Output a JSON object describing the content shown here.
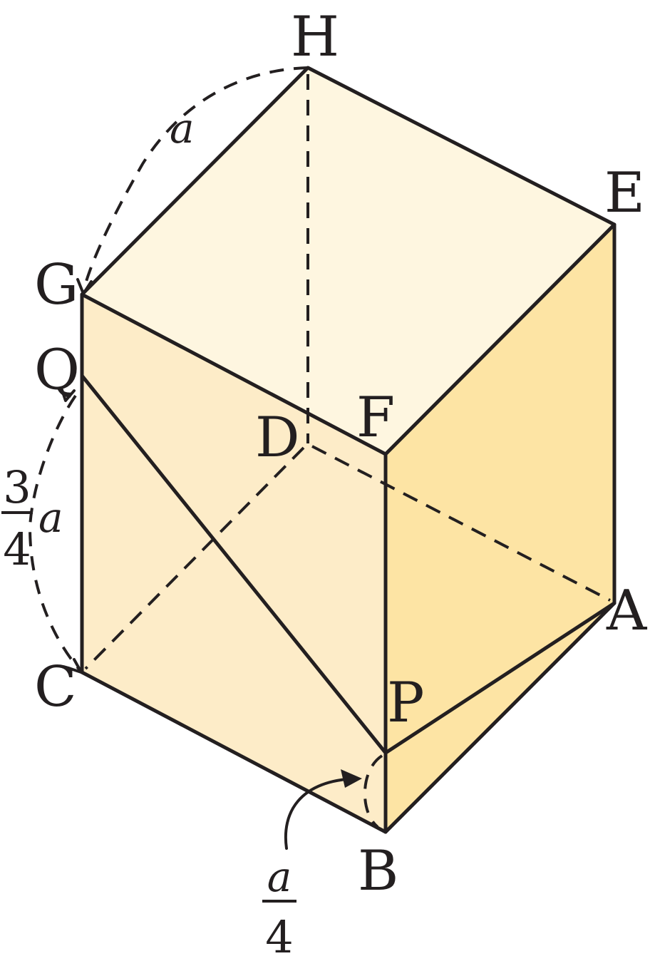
{
  "vertices": {
    "H": "H",
    "E": "E",
    "G": "G",
    "Q": "Q",
    "F": "F",
    "D": "D",
    "C": "C",
    "P": "P",
    "A": "A",
    "B": "B"
  },
  "dimensions": {
    "gh_length": "a",
    "qc_numerator": "3",
    "qc_denominator": "4",
    "qc_variable": "a",
    "bp_numerator": "a",
    "bp_denominator": "4"
  },
  "colors": {
    "top_face": "#fef6e0",
    "front_face": "#fdecc8",
    "right_face": "#fde4a4",
    "stroke": "#231f20"
  }
}
